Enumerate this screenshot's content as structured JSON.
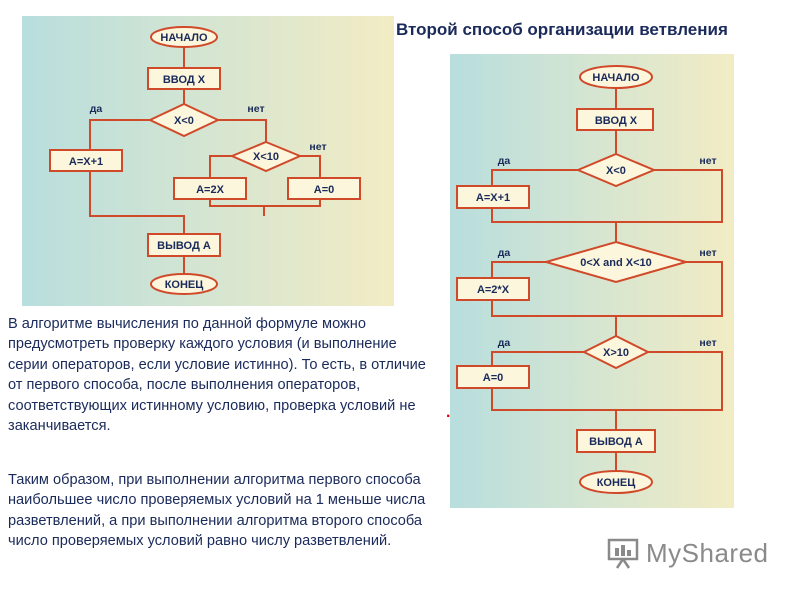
{
  "title": "Второй способ организации ветвления",
  "flow1": {
    "start": "НАЧАЛО",
    "input": "ВВОД X",
    "cond1": "X<0",
    "yes": "да",
    "no": "нет",
    "ax": "A=X+1",
    "cond2": "X<10",
    "a2x": "A=2X",
    "a0": "A=0",
    "output": "ВЫВОД А",
    "end": "КОНЕЦ"
  },
  "flow2": {
    "start": "НАЧАЛО",
    "input": "ВВОД X",
    "cond1": "X<0",
    "yes": "да",
    "no": "нет",
    "ax": "A=X+1",
    "cond2": "0<X and X<10",
    "a2x": "A=2*X",
    "cond3": "X>10",
    "a0": "A=0",
    "output": "ВЫВОД А",
    "end": "КОНЕЦ"
  },
  "paragraphs": [
    "В алгоритме вычисления по данной формуле можно предусмотреть проверку каждого условия (и выполнение серии операторов, если условие истинно). То есть, в отличие от первого способа, после выполнения операторов, соответствующих истинному условию, проверка условий не заканчивается.",
    "Таким образом, при выполнении алгоритма первого способа наибольшее число проверяемых условий на 1 меньше числа разветвлений, а при выполнении алгоритма второго способа число проверяемых условий равно числу разветвлений."
  ],
  "watermark": "MyShared",
  "colors": {
    "stroke": "#d04a2a",
    "text": "#1a2a5a",
    "panel_start": "#b8dede",
    "panel_end": "#f2ecc4"
  }
}
